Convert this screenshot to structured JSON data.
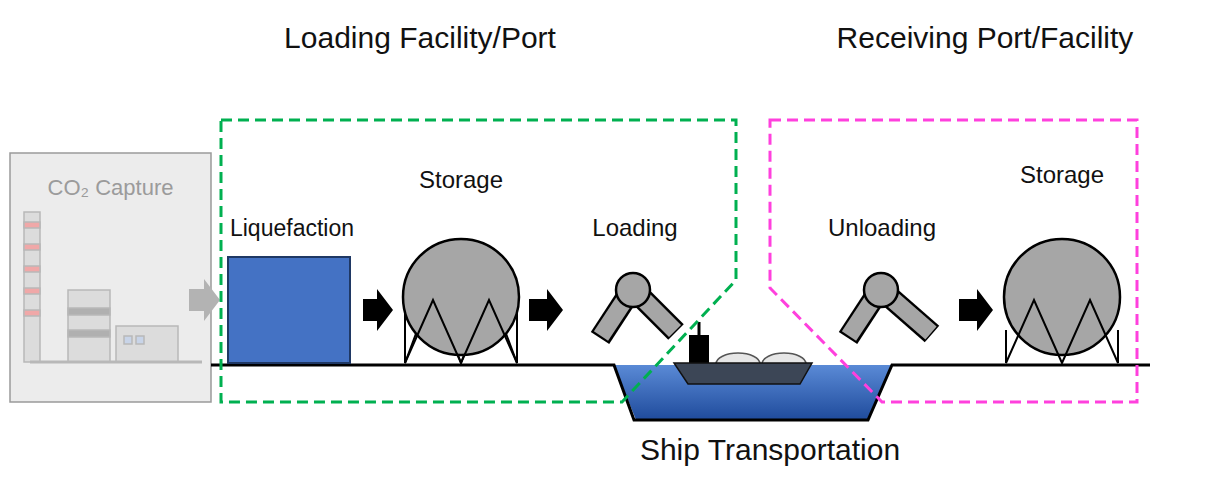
{
  "diagram": {
    "nodes": [
      {
        "text": [
          "CO₂ Capture"
        ]
      },
      {
        "text": [
          "Loading Facility/Port"
        ]
      },
      {
        "text": [
          "Liquefaction"
        ],
        "in": 1
      },
      {
        "text": [
          "Storage"
        ],
        "in": 1
      },
      {
        "text": [
          "Loading"
        ],
        "in": 1
      },
      {
        "text": [
          "Receiving Port/Facility"
        ]
      },
      {
        "text": [
          "Unloading"
        ],
        "in": 5
      },
      {
        "text": [
          "Storage"
        ],
        "in": 5
      }
    ],
    "edges": [
      {
        "from": 0,
        "to": 2,
        "arrow": "to"
      },
      {
        "from": 2,
        "to": 3,
        "arrow": "to"
      },
      {
        "from": 3,
        "to": 4,
        "arrow": "to"
      },
      {
        "from": 6,
        "to": 7,
        "arrow": "to"
      }
    ],
    "labels": [
      "Ship Transportation"
    ]
  }
}
